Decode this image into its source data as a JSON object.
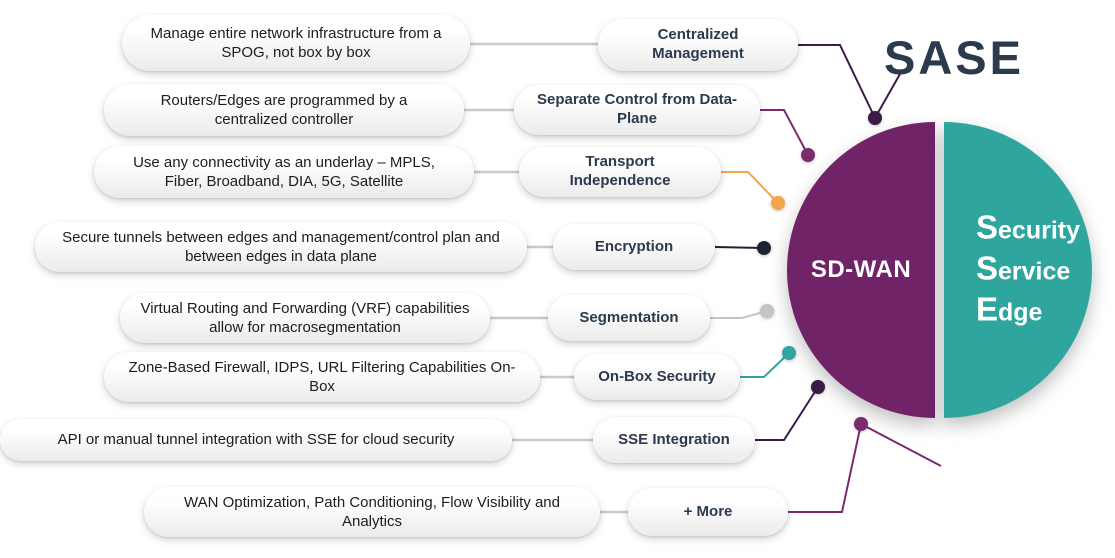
{
  "title": "SASE",
  "title_color": "#2b3a4d",
  "connector_color": "#c9c9c9",
  "extra_lines": {
    "top_color": "#3a1b45",
    "bottom_color": "#7b2a6f"
  },
  "circle": {
    "sdwan_label": "SD-WAN",
    "sdwan_color": "#712368",
    "sse_color": "#2fa69d",
    "sse_lines": [
      {
        "initial": "S",
        "rest": "ecurity"
      },
      {
        "initial": "S",
        "rest": "ervice"
      },
      {
        "initial": "E",
        "rest": "dge"
      }
    ]
  },
  "rows": [
    {
      "description": "Manage entire network infrastructure from a SPOG, not box by box",
      "label": "Centralized Management",
      "dot_color": "#3a1b45"
    },
    {
      "description": "Routers/Edges are programmed by a centralized controller",
      "label": "Separate Control from Data-Plane",
      "dot_color": "#7b2a6f"
    },
    {
      "description": "Use any connectivity as an underlay – MPLS, Fiber, Broadband, DIA, 5G, Satellite",
      "label": "Transport Independence",
      "dot_color": "#f6a54a"
    },
    {
      "description": "Secure tunnels between edges and management/control plan and between edges in data plane",
      "label": "Encryption",
      "dot_color": "#1c2433"
    },
    {
      "description": "Virtual Routing and Forwarding (VRF) capabilities allow for macrosegmentation",
      "label": "Segmentation",
      "dot_color": "#c4c4c4"
    },
    {
      "description": "Zone-Based Firewall, IDPS, URL Filtering Capabilities On-Box",
      "label": "On-Box Security",
      "dot_color": "#2fa69d"
    },
    {
      "description": "API or manual tunnel integration with SSE for cloud security",
      "label": "SSE Integration",
      "dot_color": "#3a1b45"
    },
    {
      "description": "WAN Optimization, Path Conditioning, Flow Visibility and Analytics",
      "label": "+ More",
      "dot_color": "#7b2a6f"
    }
  ]
}
